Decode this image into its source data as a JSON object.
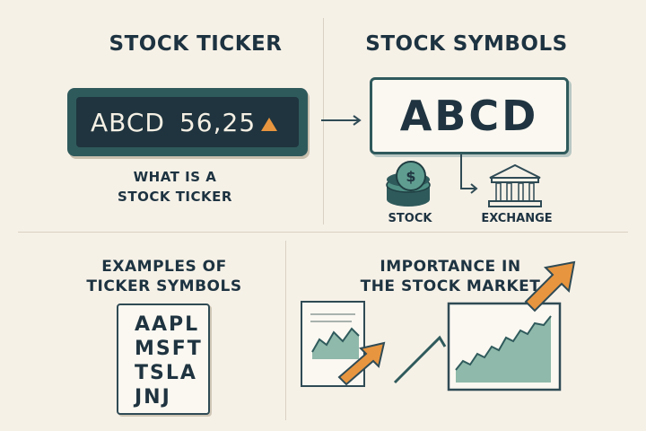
{
  "sections": {
    "stock_ticker": {
      "heading": "STOCK TICKER",
      "display": {
        "symbol": "ABCD",
        "price": "56,25",
        "trend": "up"
      },
      "caption_line1": "WHAT IS A",
      "caption_line2": "STOCK TICKER"
    },
    "stock_symbols": {
      "heading": "STOCK SYMBOLS",
      "symbol": "ABCD",
      "stock_label": "STOCK",
      "exchange_label": "EXCHANGE"
    },
    "examples": {
      "heading_line1": "EXAMPLES OF",
      "heading_line2": "TICKER SYMBOLS",
      "symbols": [
        "AAPL",
        "MSFT",
        "TSLA",
        "JNJ"
      ]
    },
    "importance": {
      "heading_line1": "IMPORTANCE IN",
      "heading_line2": "THE STOCK MARKET"
    }
  },
  "icons": [
    "coin-stack-icon",
    "bank-exchange-icon",
    "arrow-right-icon",
    "trend-up-arrow-icon",
    "chart-document-icon",
    "line-chart-icon"
  ],
  "colors": {
    "background": "#f6f1e7",
    "teal": "#2f5a5c",
    "navy": "#1d3341",
    "orange": "#e8953f",
    "mint": "#8fb9aa"
  }
}
